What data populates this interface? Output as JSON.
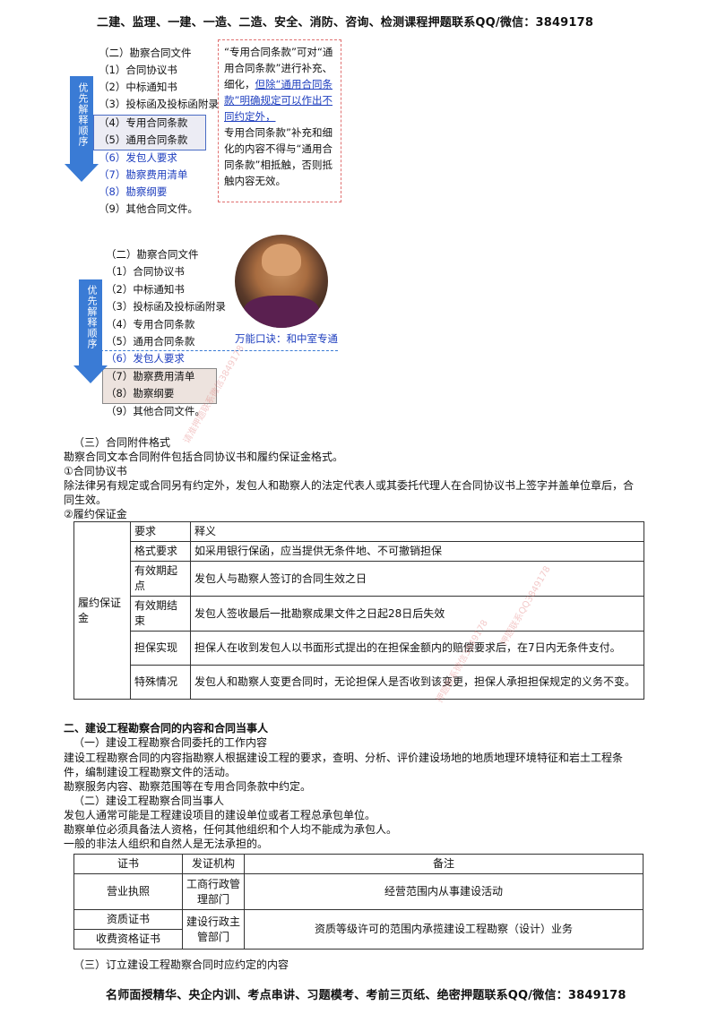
{
  "header": "二建、监理、一建、一造、二造、安全、消防、咨询、检测课程押题联系QQ/微信：3849178",
  "footer": "名师面授精华、央企内训、考点串讲、习题模考、考前三页纸、绝密押题联系QQ/微信：3849178",
  "block1": {
    "title": "（二）勘察合同文件",
    "items": [
      "（1）合同协议书",
      "（2）中标通知书",
      "（3）投标函及投标函附录",
      "（4）专用合同条款",
      "（5）通用合同条款",
      "（6）发包人要求",
      "（7）勘察费用清单",
      "（8）勘察纲要",
      "（9）其他合同文件。"
    ],
    "arrow_label": "优先解释顺序",
    "note_parts": [
      "“专用合同条款”可对“通用合同条款”进行补充、细化，",
      "但除“通用合同条款”明确规定可以作出不同约定外，",
      "专用合同条款”补充和细化的内容不得与“通用合同条款”相抵触，否则抵触内容无效。"
    ]
  },
  "block2": {
    "title": "（二）勘察合同文件",
    "items": [
      "（1）合同协议书",
      "（2）中标通知书",
      "（3）投标函及投标函附录",
      "（4）专用合同条款",
      "（5）通用合同条款",
      "（6）发包人要求",
      "（7）勘察费用清单",
      "（8）勘察纲要",
      "（9）其他合同文件。"
    ],
    "arrow_label": "优先解释顺序",
    "mnemonic": "万能口诀：和中室专通"
  },
  "section3": {
    "title": "（三）合同附件格式",
    "p1": "勘察合同文本合同附件包括合同协议书和履约保证金格式。",
    "sub1": "①合同协议书",
    "p2a": "除法律另有规定或合同另有约定外，发包人和勘察人的法定代表人或其委托代理人在合同协议书上签字并盖单位章后，合",
    "p2b": "同生效。",
    "sub2": "②履约保证金"
  },
  "table1": {
    "rowhead": "履约保证金",
    "header": [
      "要求",
      "释义"
    ],
    "rows": [
      [
        "格式要求",
        "如采用银行保函，应当提供无条件地、不可撤销担保"
      ],
      [
        "有效期起点",
        "发包人与勘察人签订的合同生效之日"
      ],
      [
        "有效期结束",
        "发包人签收最后一批勘察成果文件之日起28日后失效"
      ],
      [
        "担保实现",
        "担保人在收到发包人以书面形式提出的在担保金额内的赔偿要求后，在7日内无条件支付。"
      ],
      [
        "特殊情况",
        "发包人和勘察人变更合同时，无论担保人是否收到该变更，担保人承担担保规定的义务不变。"
      ]
    ]
  },
  "section_two": {
    "title": "二、建设工程勘察合同的内容和合同当事人",
    "s1": "（一）建设工程勘察合同委托的工作内容",
    "p1a": "建设工程勘察合同的内容指勘察人根据建设工程的要求，查明、分析、评价建设场地的地质地理环境特征和岩土工程条",
    "p1b": "件，编制建设工程勘察文件的活动。",
    "p2": "勘察服务内容、勘察范围等在专用合同条款中约定。",
    "s2": "（二）建设工程勘察合同当事人",
    "p3": "发包人通常可能是工程建设项目的建设单位或者工程总承包单位。",
    "p4": "勘察单位必须具备法人资格，任何其他组织和个人均不能成为承包人。",
    "p5": "一般的非法人组织和自然人是无法承担的。",
    "s3": "（三）订立建设工程勘察合同时应约定的内容"
  },
  "table2": {
    "header": [
      "证书",
      "发证机构",
      "备注"
    ],
    "r1": [
      "营业执照",
      "工商行政管理部门",
      "经营范围内从事建设活动"
    ],
    "r2a": "资质证书",
    "r2b": "收费资格证书",
    "r2_org": "建设行政主管部门",
    "r2_note": "资质等级许可的范围内承揽建设工程勘察（设计）业务"
  },
  "watermarks": [
    "请准押题联系微信3849178",
    "押题联系QQ3849178",
    "押题联系微信3849178"
  ]
}
